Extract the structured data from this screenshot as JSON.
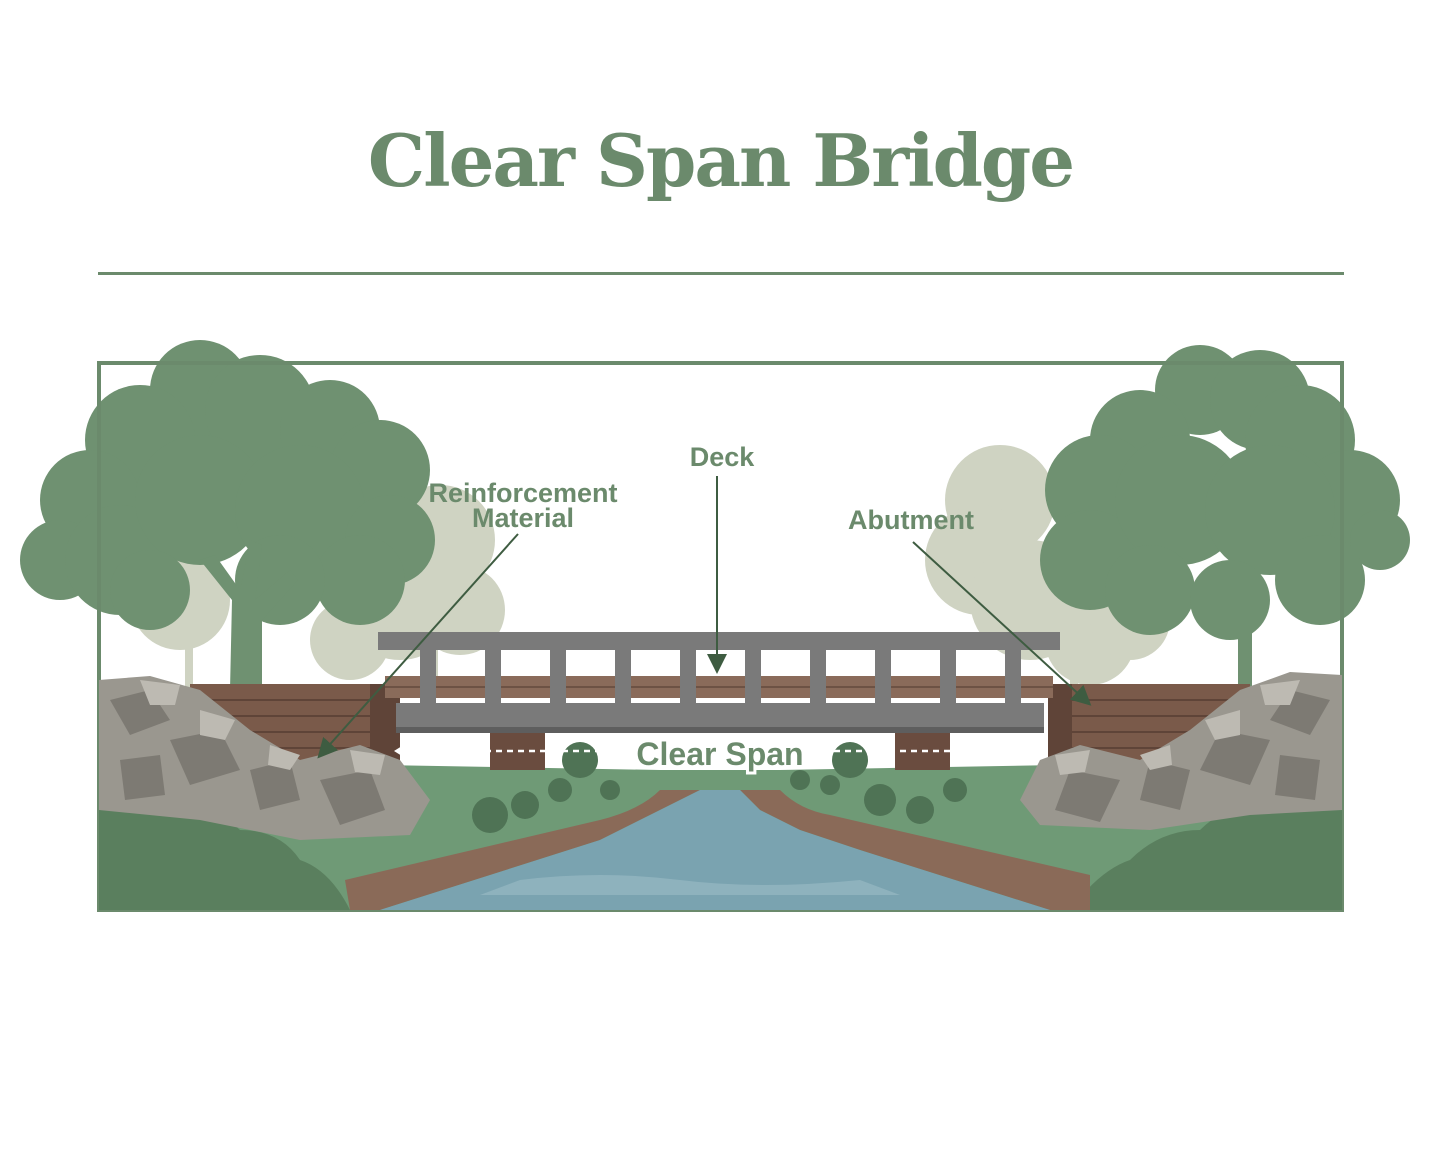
{
  "title": "Clear Span Bridge",
  "labels": {
    "deck": "Deck",
    "reinforcement_line1": "Reinforcement",
    "reinforcement_line2": "Material",
    "abutment": "Abutment",
    "clear_span": "Clear Span"
  },
  "colors": {
    "accent": "#6b8a6c",
    "tree_dark": "#6f9171",
    "tree_light": "#cfd3c2",
    "bridge_gray": "#7a7a7a",
    "abutment_brown": "#7a5a4a",
    "water": "#7aa3b0",
    "bank": "#8a6a58",
    "grass": "#6f9a76",
    "rock": "#9a978f"
  }
}
